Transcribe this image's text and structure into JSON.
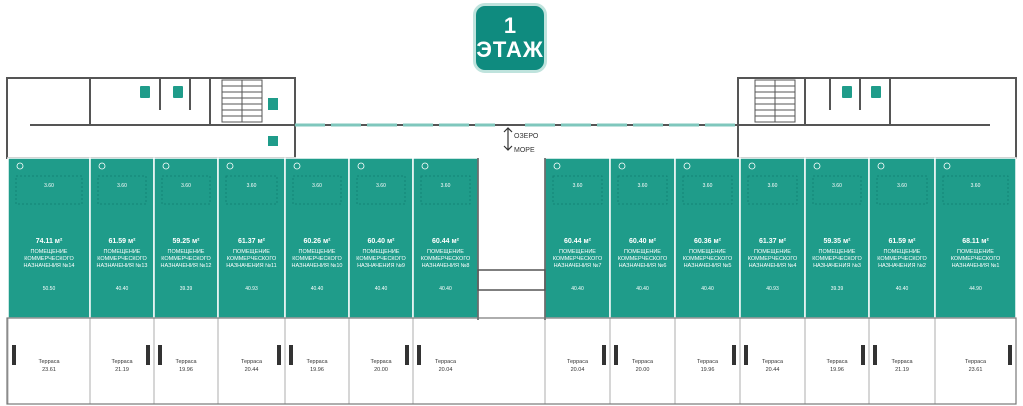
{
  "floor": {
    "number": "1",
    "label": "ЭТАЖ"
  },
  "directions": {
    "up": "ОЗЕРО",
    "down": "МОРЕ"
  },
  "colors": {
    "unit": "#1f9c8a",
    "unit_dark": "#117e70",
    "badge": "#0f8b7f",
    "wall": "#555555",
    "window": "#7fc7bd"
  },
  "icons": [
    "wc-icon",
    "staircase-icon",
    "fire-exit-icon",
    "door-swing-icon",
    "arrow-up-down-icon"
  ],
  "unit_name_lines": [
    "ПОМЕЩЕНИЕ",
    "КОММЕРЧЕСКОГО"
  ],
  "units": [
    {
      "area": "74.11 м²",
      "num": "НАЗНАЧЕНИЯ №14",
      "inner": "50.50",
      "h": "3.60",
      "terrace": "Терраса",
      "terrace_area": "23.61"
    },
    {
      "area": "61.59 м²",
      "num": "НАЗНАЧЕНИЯ №13",
      "inner": "40.40",
      "h": "3.60",
      "terrace": "Терраса",
      "terrace_area": "21.19"
    },
    {
      "area": "59.25 м²",
      "num": "НАЗНАЧЕНИЯ №12",
      "inner": "39.39",
      "h": "3.60",
      "terrace": "Терраса",
      "terrace_area": "19.96"
    },
    {
      "area": "61.37 м²",
      "num": "НАЗНАЧЕНИЯ №11",
      "inner": "40.93",
      "h": "3.60",
      "terrace": "Терраса",
      "terrace_area": "20.44"
    },
    {
      "area": "60.26 м²",
      "num": "НАЗНАЧЕНИЯ №10",
      "inner": "40.40",
      "h": "3.60",
      "terrace": "Терраса",
      "terrace_area": "19.96"
    },
    {
      "area": "60.40 м²",
      "num": "НАЗНАЧЕНИЯ №9",
      "inner": "40.40",
      "h": "3.60",
      "terrace": "Терраса",
      "terrace_area": "20.00"
    },
    {
      "area": "60.44 м²",
      "num": "НАЗНАЧЕНИЯ №8",
      "inner": "40.40",
      "h": "3.60",
      "terrace": "Терраса",
      "terrace_area": "20.04"
    },
    {
      "area": "60.44 м²",
      "num": "НАЗНАЧЕНИЯ №7",
      "inner": "40.40",
      "h": "3.60",
      "terrace": "Терраса",
      "terrace_area": "20.04"
    },
    {
      "area": "60.40 м²",
      "num": "НАЗНАЧЕНИЯ №6",
      "inner": "40.40",
      "h": "3.60",
      "terrace": "Терраса",
      "terrace_area": "20.00"
    },
    {
      "area": "60.36 м²",
      "num": "НАЗНАЧЕНИЯ №5",
      "inner": "40.40",
      "h": "3.60",
      "terrace": "Терраса",
      "terrace_area": "19.96"
    },
    {
      "area": "61.37 м²",
      "num": "НАЗНАЧЕНИЯ №4",
      "inner": "40.93",
      "h": "3.60",
      "terrace": "Терраса",
      "terrace_area": "20.44"
    },
    {
      "area": "59.35 м²",
      "num": "НАЗНАЧЕНИЯ №3",
      "inner": "39.39",
      "h": "3.60",
      "terrace": "Терраса",
      "terrace_area": "19.96"
    },
    {
      "area": "61.59 м²",
      "num": "НАЗНАЧЕНИЯ №2",
      "inner": "40.40",
      "h": "3.60",
      "terrace": "Терраса",
      "terrace_area": "21.19"
    },
    {
      "area": "68.11 м²",
      "num": "НАЗНАЧЕНИЯ №1",
      "inner": "44.90",
      "h": "3.60",
      "terrace": "Терраса",
      "terrace_area": "23.61"
    }
  ]
}
